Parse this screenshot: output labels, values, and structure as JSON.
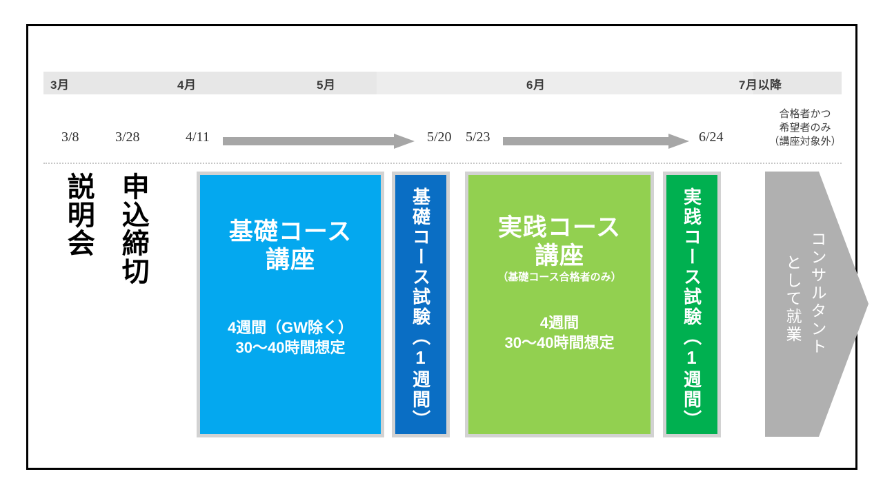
{
  "slide": {
    "border_color": "#000000",
    "background": "#ffffff"
  },
  "timeline": {
    "band_color": "#e7e7e7",
    "months": [
      {
        "label": "3月"
      },
      {
        "label": "4月"
      },
      {
        "label": "5月"
      },
      {
        "label": "6月"
      },
      {
        "label": "7月以降"
      }
    ],
    "dates": [
      {
        "label": "3/8"
      },
      {
        "label": "3/28"
      },
      {
        "label": "4/11"
      },
      {
        "label": "5/20"
      },
      {
        "label": "5/23"
      },
      {
        "label": "6/24"
      }
    ],
    "arrows": [
      {
        "from": "4/11",
        "to": "5/20",
        "color": "#a6a6a6"
      },
      {
        "from": "5/23",
        "to": "6/24",
        "color": "#a6a6a6"
      }
    ],
    "right_note": {
      "line1": "合格者かつ",
      "line2": "希望者のみ",
      "line3": "（講座対象外）"
    }
  },
  "milestones": [
    {
      "name": "briefing",
      "label": "説明会"
    },
    {
      "name": "application-deadline",
      "label": "申込締切"
    }
  ],
  "phases": [
    {
      "name": "basic-course",
      "kind": "course",
      "title_line1": "基礎コース",
      "title_line2": "講座",
      "note": "",
      "meta_line1": "4週間（GW除く）",
      "meta_line2": "30〜40時間想定",
      "color": "#04a8ef",
      "border": "#d2d2d2"
    },
    {
      "name": "basic-exam",
      "kind": "exam",
      "vertical_label": "基礎コース試験（1週間）",
      "color": "#0a6ec4",
      "border": "#d2d2d2"
    },
    {
      "name": "practical-course",
      "kind": "course",
      "title_line1": "実践コース",
      "title_line2": "講座",
      "note": "（基礎コース合格者のみ）",
      "meta_line1": "4週間",
      "meta_line2": "30〜40時間想定",
      "color": "#92d050",
      "border": "#d2d2d2"
    },
    {
      "name": "practical-exam",
      "kind": "exam",
      "vertical_label": "実践コース試験（1週間）",
      "color": "#00b050",
      "border": "#d2d2d2"
    }
  ],
  "outcome": {
    "name": "employment",
    "column_a": "コンサルタント",
    "column_b": "として就業",
    "color": "#b0b0b0"
  }
}
